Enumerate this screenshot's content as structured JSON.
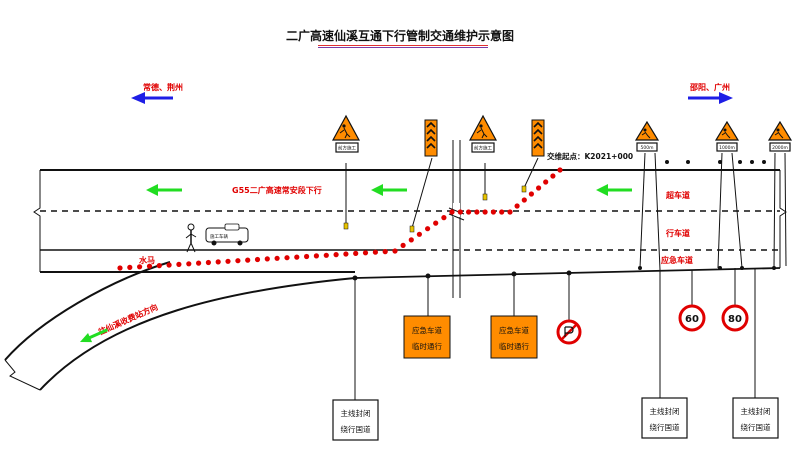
{
  "title": "二广高速仙溪互通下行管制交通维护示意图",
  "directions": {
    "left": "常德、荆州",
    "right": "邵阳、广州"
  },
  "labels": {
    "road_name": "G55二广高速常安段下行",
    "start_point": "交维起点：K2021+000",
    "overtaking_lane": "超车道",
    "driving_lane": "行车道",
    "emergency_lane": "应急车道",
    "ramp": "往仙溪收费站方向",
    "barrier": "水马"
  },
  "sign_plates": {
    "worker_1": "前方施工",
    "worker_2": "前方施工",
    "dist_1": "500m",
    "dist_2": "1000m",
    "dist_3": "2000m"
  },
  "car_label": "施工车辆",
  "orange_signs": [
    {
      "line1": "应急车道",
      "line2": "临时通行"
    },
    {
      "line1": "应急车道",
      "line2": "临时通行"
    }
  ],
  "speed_signs": [
    {
      "value": "60"
    },
    {
      "value": "80"
    }
  ],
  "closure_boxes": [
    {
      "line1": "主线封闭",
      "line2": "绕行国道"
    },
    {
      "line1": "主线封闭",
      "line2": "绕行国道"
    },
    {
      "line1": "主线封闭",
      "line2": "绕行国道"
    }
  ],
  "colors": {
    "arrow_blue": "#1e1ee6",
    "arrow_red": "#e00000",
    "arrow_green": "#22dd22",
    "cone_red": "#e00000",
    "sign_orange": "#ff8c00",
    "title_underline_red": "#e03030",
    "title_underline_purple": "#7a3aa8"
  }
}
